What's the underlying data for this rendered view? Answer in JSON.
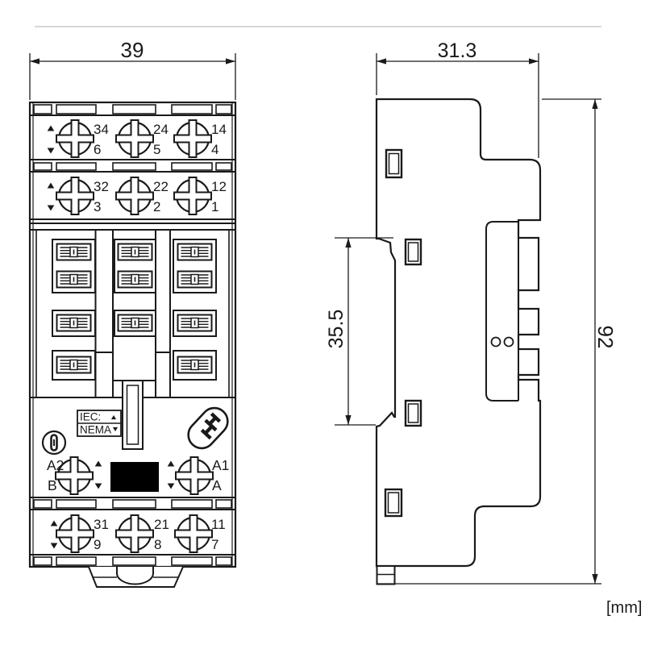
{
  "drawing": {
    "units_label": "[mm]",
    "front_view": {
      "dim_width": "39",
      "terminal_rows": [
        {
          "name": "top",
          "terminals": [
            {
              "code": "34",
              "pin": "6"
            },
            {
              "code": "24",
              "pin": "5"
            },
            {
              "code": "14",
              "pin": "4"
            }
          ]
        },
        {
          "name": "middle",
          "terminals": [
            {
              "code": "32",
              "pin": "3"
            },
            {
              "code": "22",
              "pin": "2"
            },
            {
              "code": "12",
              "pin": "1"
            }
          ]
        },
        {
          "name": "bottom",
          "terminals": [
            {
              "code": "31",
              "pin": "9"
            },
            {
              "code": "21",
              "pin": "8"
            },
            {
              "code": "11",
              "pin": "7"
            }
          ]
        }
      ],
      "coil_terminals": {
        "left_code": "A2",
        "left_pin": "B",
        "right_code": "A1",
        "right_pin": "A"
      },
      "standards_box": {
        "line1": "IEC:",
        "line2": "NEMA"
      }
    },
    "side_view": {
      "dim_width": "31.3",
      "dim_height": "92",
      "dim_rail": "35.5"
    },
    "colors": {
      "line": "#1a1a1a",
      "background": "#ffffff",
      "label_window_fill": "#000000",
      "artifact_line": "#cccccc"
    }
  }
}
